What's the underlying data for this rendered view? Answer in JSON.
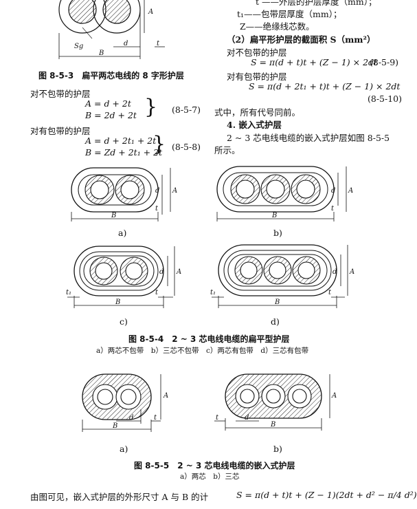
{
  "fig853": {
    "caption": "图 8-5-3　扁平两芯电线的 8 字形护层",
    "lbl_sg": "Sg",
    "lbl_B": "B",
    "lbl_A": "A",
    "lbl_d": "d",
    "lbl_t": "t"
  },
  "left": {
    "no_tape_head": "对不包带的护层",
    "eq1a": "A = d + 2t",
    "eq1b": "B = 2d + 2t",
    "eq1_no": "(8-5-7)",
    "tape_head": "对有包带的护层",
    "eq2a": "A = d + 2t₁ + 2t",
    "eq2b": "B = Zd + 2t₁ + 2t",
    "eq2_no": "(8-5-8)"
  },
  "right": {
    "top_line": "t ——外层的护层厚度（mm）；",
    "t1_line": "t₁——包带层厚度（mm）；",
    "z_line": "Z——绝缘线芯数。",
    "sec2_title": "（2）扁平形护层的截面积 S（mm²）",
    "no_tape": "对不包带的护层",
    "eq3": "S = π(d + t)t + (Z − 1) × 2dt",
    "eq3_no": "(8-5-9)",
    "tape": "对有包带的护层",
    "eq4": "S = π(d + 2t₁ + t)t + (Z − 1) × 2dt",
    "eq4_no": "(8-5-10)",
    "note": "式中，所有代号同前。",
    "sec4_title": "4. 嵌入式护层",
    "para1": "2 ~ 3 芯电线电缆的嵌入式护层如图 8-5-5",
    "para2": "所示。"
  },
  "fig854": {
    "caption": "图 8-5-4　2 ~ 3 芯电线电缆的扁平型护层",
    "sub": "a）两芯不包带　b）三芯不包带　c）两芯有包带　d）三芯有包带",
    "a": "a)",
    "b": "b)",
    "c": "c)",
    "d": "d)",
    "lbl_B": "B",
    "lbl_A": "A",
    "lbl_d": "d",
    "lbl_t": "t",
    "lbl_t1": "t₁"
  },
  "fig855": {
    "caption": "图 8-5-5　2 ~ 3 芯电线电缆的嵌入式护层",
    "sub": "a）两芯　b）三芯",
    "a": "a)",
    "b": "b)",
    "lbl_B": "B",
    "lbl_A": "A",
    "lbl_d": "d",
    "lbl_t": "t"
  },
  "bottom": {
    "para": "由图可见，嵌入式护层的外形尺寸 A 与 B 的计",
    "eq5": "S = π(d + t)t + (Z − 1)(2dt + d² − π/4 d²)"
  },
  "colors": {
    "ink": "#111111",
    "hatch": "#222222"
  }
}
